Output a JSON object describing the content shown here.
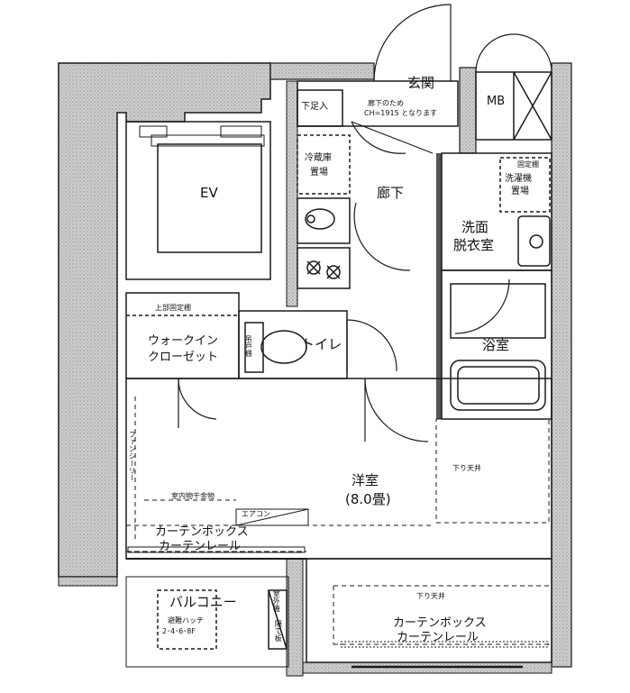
{
  "labels": {
    "entrance": "玄関",
    "shoe_storage": "下足入",
    "ceiling_note_1": "廊下のため",
    "ceiling_note_2": "CH=1915 となります",
    "mb": "MB",
    "ev": "EV",
    "fridge_1": "冷蔵庫",
    "fridge_2": "置場",
    "hallway": "廊下",
    "washer_top": "固定棚",
    "washer_1": "洗濯機",
    "washer_2": "置場",
    "washroom_1": "洗面",
    "washroom_2": "脱衣室",
    "upper_shelf": "上部固定棚",
    "wic_1": "ウォークイン",
    "wic_2": "クローゼット",
    "toilet": "トイレ",
    "toilet_shelf": "吊戸棚",
    "bath": "浴室",
    "fan_sealing": "ファンシーリー",
    "western_room": "洋室",
    "room_size": "(8.0畳)",
    "lowered_ceiling_1": "下り天井",
    "laundry_hardware": "室内物干金物",
    "aircon": "エアコン",
    "curtain_box_1": "カーテンボックス",
    "curtain_rail_1": "カーテンレール",
    "lowered_ceiling_2": "下り天井",
    "balcony": "バルコニー",
    "evac_hatch_1": "避難ハッチ",
    "evac_hatch_2": "2･4･6･8F",
    "outdoor_unit": "室外機",
    "partition": "隔て板",
    "curtain_box_2": "カーテンボックス",
    "curtain_rail_2": "カーテンレール"
  },
  "colors": {
    "wall_hatch": "#c9c9c9",
    "line": "#1a1a1a"
  }
}
